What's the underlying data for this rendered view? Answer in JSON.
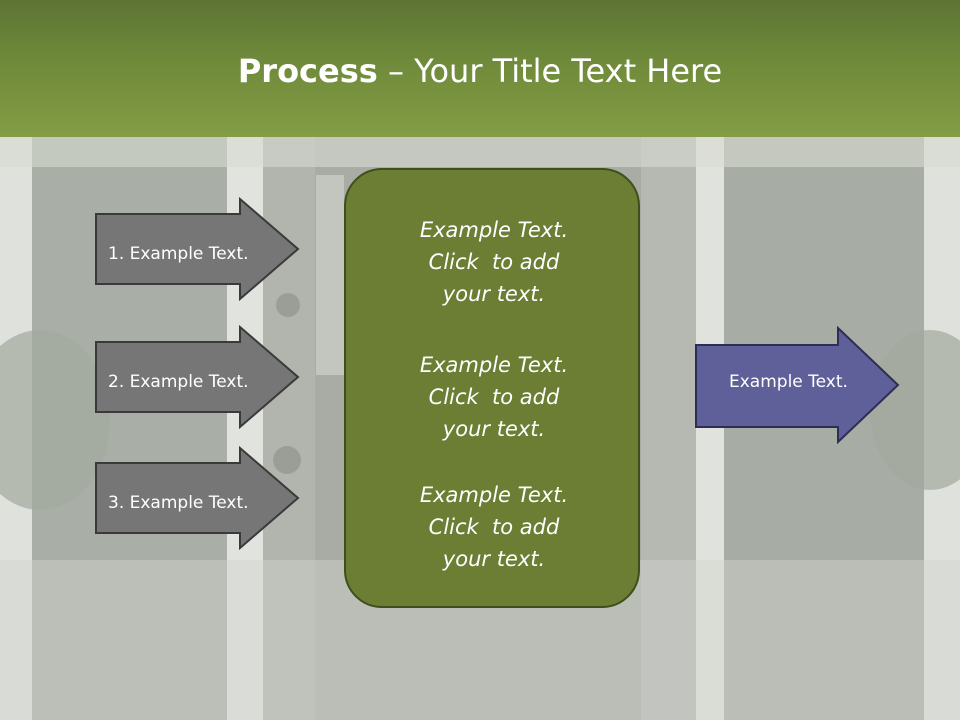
{
  "header": {
    "title_bold": "Process",
    "title_rest": " – Your Title Text Here"
  },
  "left_arrows": [
    {
      "label": "1. Example Text."
    },
    {
      "label": "2. Example Text."
    },
    {
      "label": "3. Example Text."
    }
  ],
  "center_panel": {
    "blocks": [
      {
        "lines": [
          "Example Text.",
          "Click  to add",
          "your text."
        ]
      },
      {
        "lines": [
          "Example Text.",
          "Click  to add",
          "your text."
        ]
      },
      {
        "lines": [
          "Example Text.",
          "Click  to add",
          "your text."
        ]
      }
    ]
  },
  "right_arrow": {
    "label": "Example Text."
  },
  "colors": {
    "header_green": "#6f8a3a",
    "panel_green": "#6b7e34",
    "arrow_gray": "#767676",
    "arrow_purple": "#5f5f9a"
  }
}
